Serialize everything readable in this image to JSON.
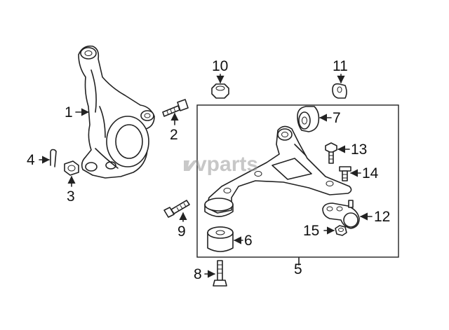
{
  "watermark": "vparts",
  "callouts": {
    "c1": "1",
    "c2": "2",
    "c3": "3",
    "c4": "4",
    "c5": "5",
    "c6": "6",
    "c7": "7",
    "c8": "8",
    "c9": "9",
    "c10": "10",
    "c11": "11",
    "c12": "12",
    "c13": "13",
    "c14": "14",
    "c15": "15"
  }
}
